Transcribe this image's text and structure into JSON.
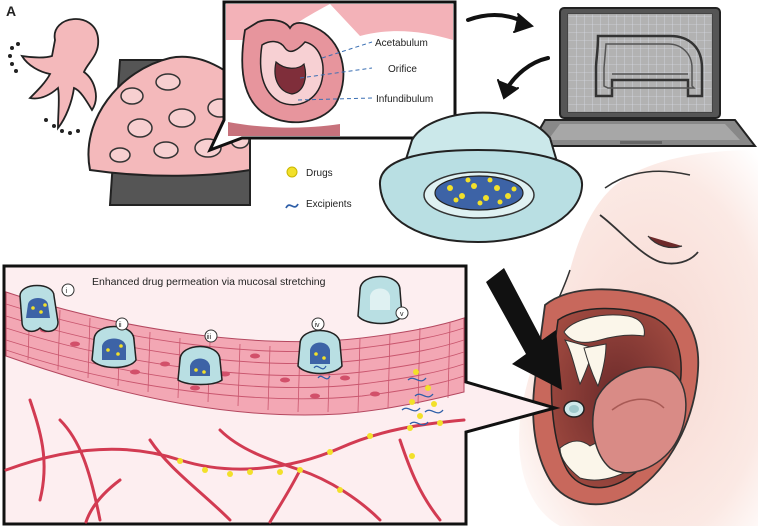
{
  "panel_label": "A",
  "callout_labels": {
    "acetabulum": "Acetabulum",
    "orifice": "Orifice",
    "infundibulum": "Infundibulum"
  },
  "legend": {
    "drugs": "Drugs",
    "excipients": "Excipients"
  },
  "caption": "Enhanced drug permeation  via mucosal stretching",
  "steps": [
    "i",
    "ii",
    "iii",
    "iv",
    "v"
  ],
  "colors": {
    "skin_pink": "#f6c6c8",
    "mucosa_pink": "#f3a7b4",
    "vessel_red": "#d23b52",
    "drug_yellow": "#f2e02a",
    "excipient_blue": "#2f5fa8",
    "device_teal": "#b9dfe3",
    "octopus_pink": "#f4b9bb",
    "lip_red": "#c8685c"
  }
}
